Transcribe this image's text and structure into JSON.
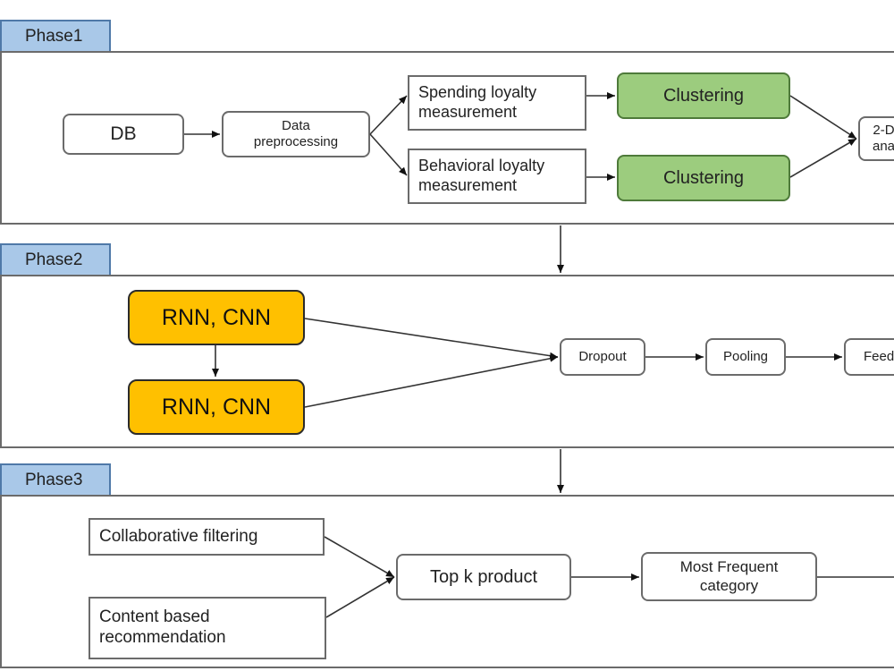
{
  "phase1": {
    "tab": "Phase1",
    "db": "DB",
    "preprocessing": "Data\npreprocessing",
    "spending": "Spending loyalty\nmeasurement",
    "behavioral": "Behavioral loyalty\nmeasurement",
    "clustering_top": "Clustering",
    "clustering_bottom": "Clustering",
    "analysis_partial": "2-D\nana"
  },
  "phase2": {
    "tab": "Phase2",
    "rnn_cnn_top": "RNN, CNN",
    "rnn_cnn_bottom": "RNN, CNN",
    "dropout": "Dropout",
    "pooling": "Pooling",
    "feed_partial": "Feed"
  },
  "phase3": {
    "tab": "Phase3",
    "collaborative": "Collaborative filtering",
    "content_based": "Content based\nrecommendation",
    "top_k": "Top k product",
    "most_frequent": "Most Frequent\ncategory"
  },
  "colors": {
    "tab_fill": "#a9c8e8",
    "clustering_fill": "#9ccc7e",
    "rnn_cnn_fill": "#ffc000"
  }
}
